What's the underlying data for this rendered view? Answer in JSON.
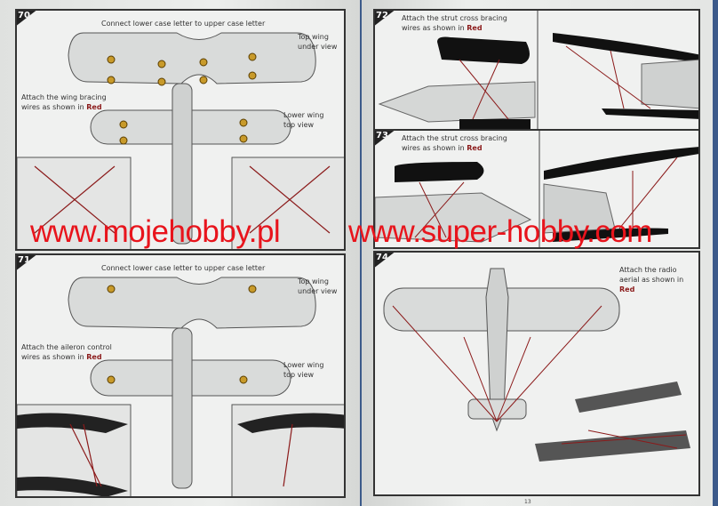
{
  "left_page": {
    "step70": {
      "number": "70",
      "connect_note": "Connect lower case letter to upper case letter",
      "top_wing": "Top wing under view",
      "instruction": "Attach the wing bracing wires as shown in",
      "red": "Red",
      "lower_wing": "Lower wing top view"
    },
    "step71": {
      "number": "71",
      "connect_note": "Connect lower case letter to upper case letter",
      "top_wing": "Top wing under view",
      "instruction": "Attach the aileron control wires as shown in",
      "red": "Red",
      "lower_wing": "Lower wing top view"
    }
  },
  "right_page": {
    "step72": {
      "number": "72",
      "instruction": "Attach the strut cross bracing wires as shown in",
      "red": "Red"
    },
    "step73": {
      "number": "73",
      "instruction": "Attach the strut cross bracing wires as shown in",
      "red": "Red"
    },
    "step74": {
      "number": "74",
      "instruction": "Attach the radio aerial as shown in",
      "red": "Red"
    },
    "page_number": "13"
  },
  "watermarks": [
    "www.mojehobby.pl",
    "www.super-hobby.com"
  ],
  "colors": {
    "wire": "#8b1a1a",
    "watermark": "#e8141c"
  }
}
